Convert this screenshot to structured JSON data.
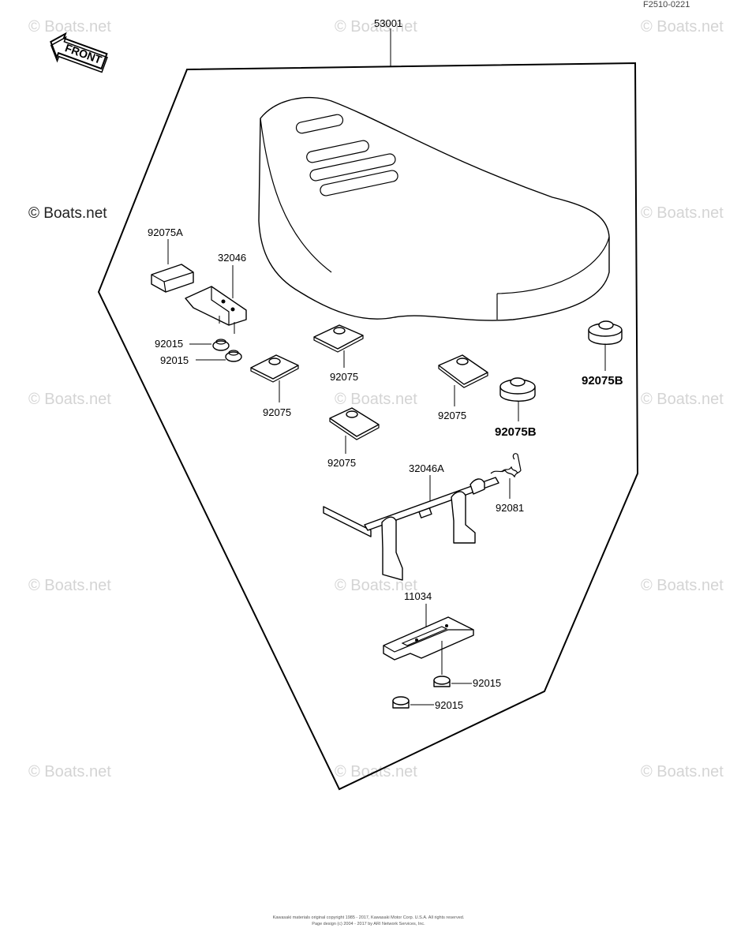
{
  "diagram": {
    "figure_code": "F2510-0221",
    "front_label": "FRONT",
    "watermark_text": "© Boats.net",
    "footer_line_1": "Kawasaki materials original copyright 1985 - 2017, Kawasaki Motor Corp. U.S.A. All rights reserved.",
    "footer_line_2": "Page design (c) 2004 - 2017 by ARI Network Services, Inc.",
    "parts": {
      "seat": "53001",
      "cover_a": "92075A",
      "bracket": "32046",
      "nut_1": "92015",
      "nut_2": "92015",
      "damper_1": "92075",
      "damper_2": "92075",
      "damper_3": "92075",
      "damper_4": "92075",
      "damper_b_1": "92075B",
      "damper_b_2": "92075B",
      "hook_bracket": "32046A",
      "spring": "92081",
      "plate": "11034",
      "nut_3": "92015",
      "nut_4": "92015"
    }
  }
}
